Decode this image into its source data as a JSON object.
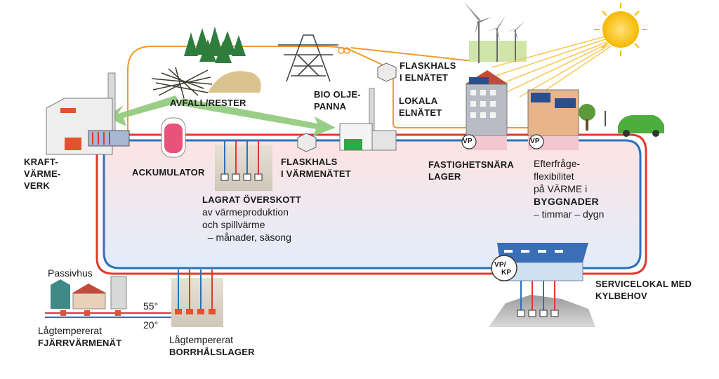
{
  "labels": {
    "kraftvarmeverk": [
      "KRAFT-",
      "VÄRME-",
      "VERK"
    ],
    "ackumulator": "ACKUMULATOR",
    "avfall": "AVFALL/RESTER",
    "bio_olja": [
      "BIO OLJE-",
      "PANNA"
    ],
    "flaskhals_el": [
      "FLASKHALS",
      "I ELNÄTET"
    ],
    "lokala_elnatet": [
      "LOKALA",
      "ELNÄTET"
    ],
    "flaskhals_varme": [
      "FLASKHALS",
      "I VÄRMENÄTET"
    ],
    "fastighetsnara": [
      "FASTIGHETSNÄRA",
      "LAGER"
    ],
    "efterfrage": [
      "Efterfråge-",
      "flexibilitet",
      "på VÄRME i",
      "BYGGNADER",
      "– timmar – dygn"
    ],
    "lagrat_title": "LAGRAT ÖVERSKOTT",
    "lagrat_body": [
      "av värmeproduktion",
      "och spillvärme",
      "  – månader, säsong"
    ],
    "passivhus": "Passivhus",
    "temp_high": "55°",
    "temp_low": "20°",
    "lagtemp_net": [
      "Lågtempererat",
      "FJÄRRVÄRMENÄT"
    ],
    "lagtemp_borr": [
      "Lågtempererat",
      "BORRHÅLSLAGER"
    ],
    "servicelokal": [
      "SERVICELOKAL MED",
      "KYLBEHOV"
    ],
    "vp": "VP",
    "vp_kp_top": "VP/",
    "vp_kp_bottom": "KP"
  },
  "colors": {
    "supply_pipe": "#e03a2c",
    "return_pipe": "#2d72b8",
    "power_line": "#f29a2e",
    "arrow_green": "#8fc97a",
    "loop_fill_top": "#fde6e6",
    "loop_fill_bottom": "#e3eefb"
  }
}
